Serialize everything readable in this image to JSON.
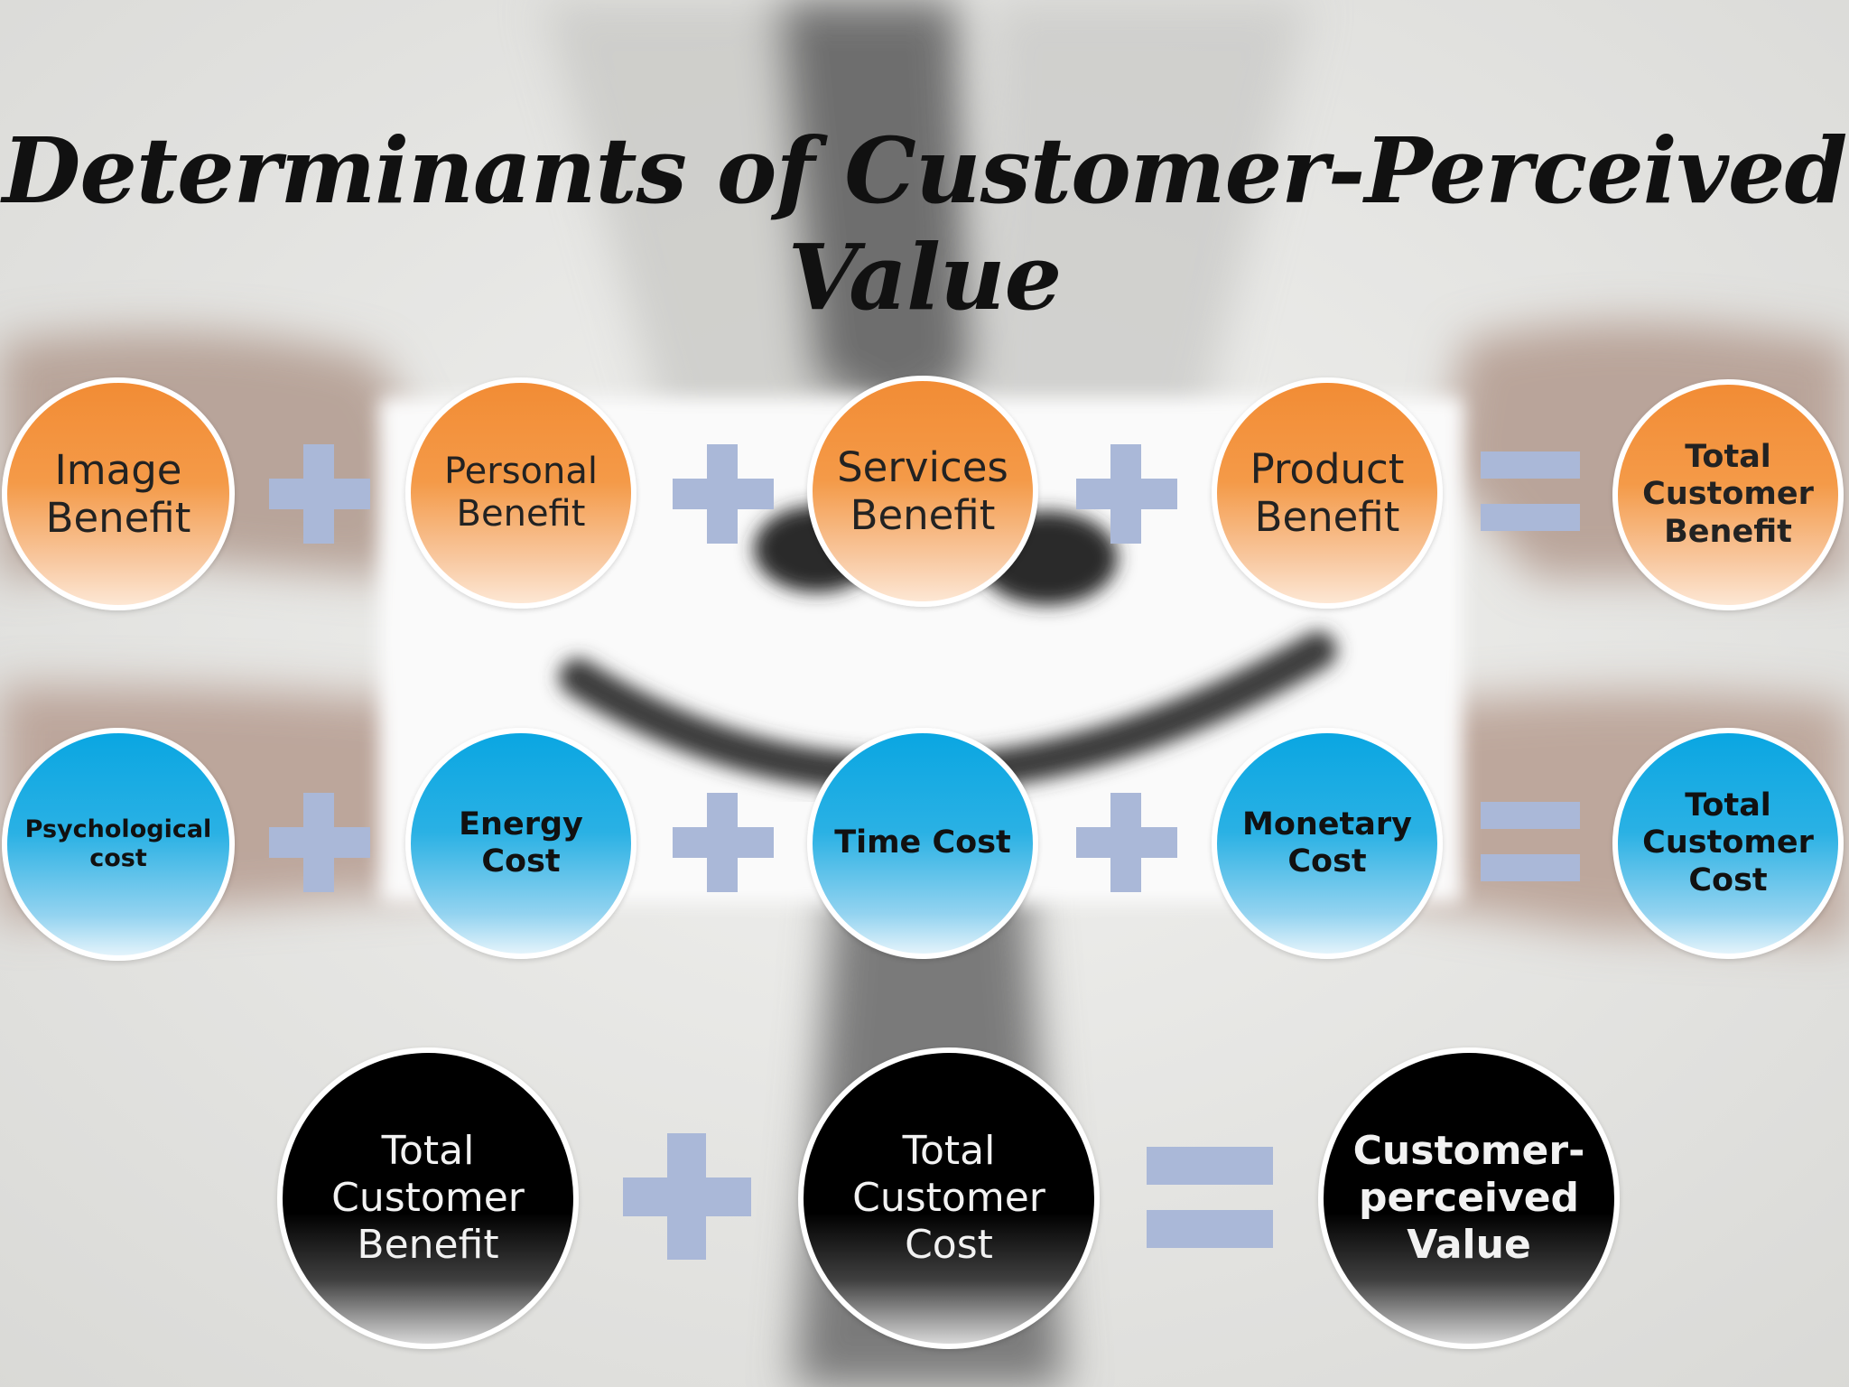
{
  "title": "Determinants of Customer-Perceived Value",
  "benefit_row": [
    {
      "label": "Image\nBenefit",
      "style": "orange"
    },
    {
      "label": "Personal\nBenefit",
      "style": "orange"
    },
    {
      "label": "Services\nBenefit",
      "style": "orange"
    },
    {
      "label": "Product\nBenefit",
      "style": "orange"
    },
    {
      "label": "Total\nCustomer\nBenefit",
      "style": "orange"
    }
  ],
  "cost_row": [
    {
      "label": "Psychological\ncost",
      "style": "blue"
    },
    {
      "label": "Energy\nCost",
      "style": "blue"
    },
    {
      "label": "Time Cost",
      "style": "blue"
    },
    {
      "label": "Monetary\nCost",
      "style": "blue"
    },
    {
      "label": "Total\nCustomer\nCost",
      "style": "blue"
    }
  ],
  "value_row": [
    {
      "label": "Total\nCustomer\nBenefit",
      "style": "black"
    },
    {
      "label": "Total\nCustomer\nCost",
      "style": "black"
    },
    {
      "label": "Customer-\nperceived\nValue",
      "style": "black"
    }
  ],
  "colors": {
    "operator": "#aab8d8",
    "orange": "#f28c35",
    "blue": "#0aa6e2",
    "black": "#000000"
  }
}
